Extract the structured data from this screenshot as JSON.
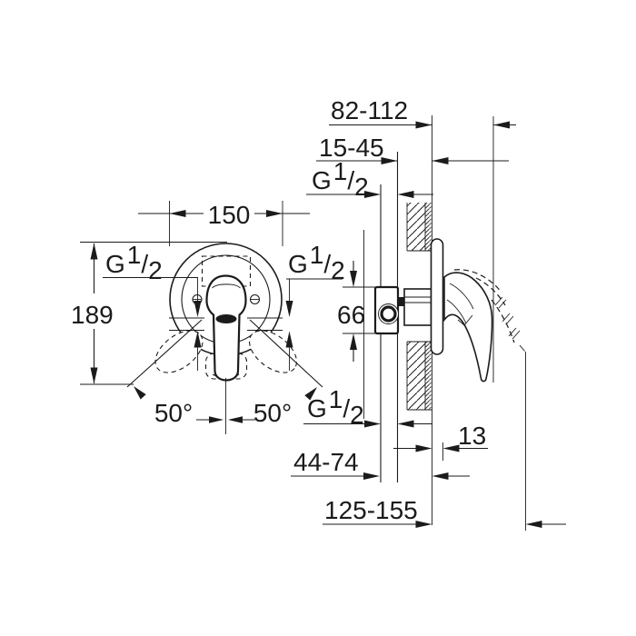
{
  "colors": {
    "ink": "#1b1b1b",
    "paper": "#ffffff"
  },
  "labels": {
    "thread": {
      "prefix": "G",
      "numerator": "1",
      "slash": "/",
      "denominator": "2"
    },
    "front_view": {
      "plate_width": "150",
      "overall_height": "189",
      "swing_angle_left": "50°",
      "swing_angle_right": "50°"
    },
    "side_view": {
      "recess_depth_range": "82-112",
      "tile_adjustment_range": "15-45",
      "valve_body_height": "66",
      "escutcheon_offset": "13",
      "handle_depth_range": "44-74",
      "handle_open_depth_range": "125-155"
    }
  }
}
